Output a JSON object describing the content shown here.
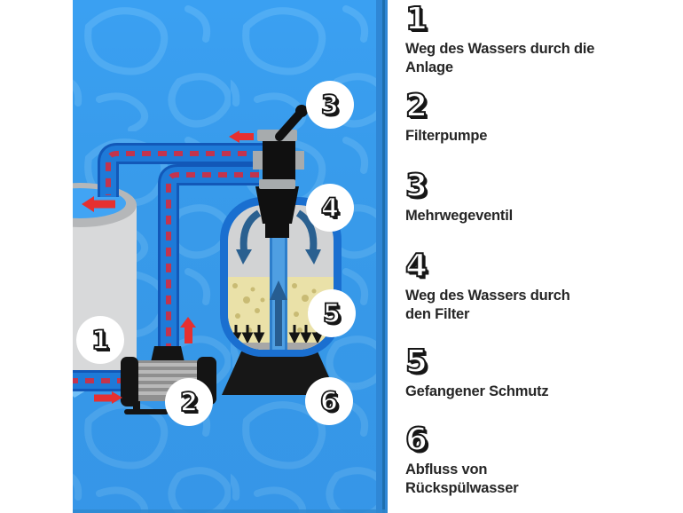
{
  "page": {
    "background_color": "#ffffff"
  },
  "illustration": {
    "background_color": "#3aa0f2",
    "water_pattern_color": "#68bdf9",
    "pipe_color": "#1e7ad8",
    "pipe_edge_color": "#1258b8",
    "pipe_dash_color": "#c2344e",
    "flow_arrow_red": "#e63030",
    "flow_arrow_dark_blue": "#2a6090",
    "tank_border_color": "#1a6fd0",
    "tank_interior_color": "#d2d3d4",
    "sand_color": "#eae1a8",
    "sand_speckle_color": "#c9bb74",
    "metal_gray": "#9e9e9e",
    "valve_black": "#141414",
    "pool_wall_color": "#d8d9da",
    "pool_rim_color": "#b5b7b9",
    "parts": [
      "pool",
      "suction-pipe",
      "return-pipe",
      "filter-pump",
      "multiport-valve",
      "valve-handle",
      "sand-filter-tank",
      "sand-bed",
      "riser-pipe",
      "tank-base"
    ],
    "badges": [
      {
        "label": "1"
      },
      {
        "label": "2"
      },
      {
        "label": "3"
      },
      {
        "label": "4"
      },
      {
        "label": "5"
      },
      {
        "label": "6"
      }
    ]
  },
  "legend": {
    "items": [
      {
        "number": "1",
        "line1": "Weg des Wassers durch die",
        "line2": "Anlage"
      },
      {
        "number": "2",
        "line1": "Filterpumpe"
      },
      {
        "number": "3",
        "line1": "Mehrwegeventil"
      },
      {
        "number": "4",
        "line1": "Weg des Wassers durch",
        "line2": "den Filter"
      },
      {
        "number": "5",
        "line1": "Gefangener Schmutz"
      },
      {
        "number": "6",
        "line1": "Abfluss von",
        "line2": "Rückspülwasser"
      }
    ]
  }
}
